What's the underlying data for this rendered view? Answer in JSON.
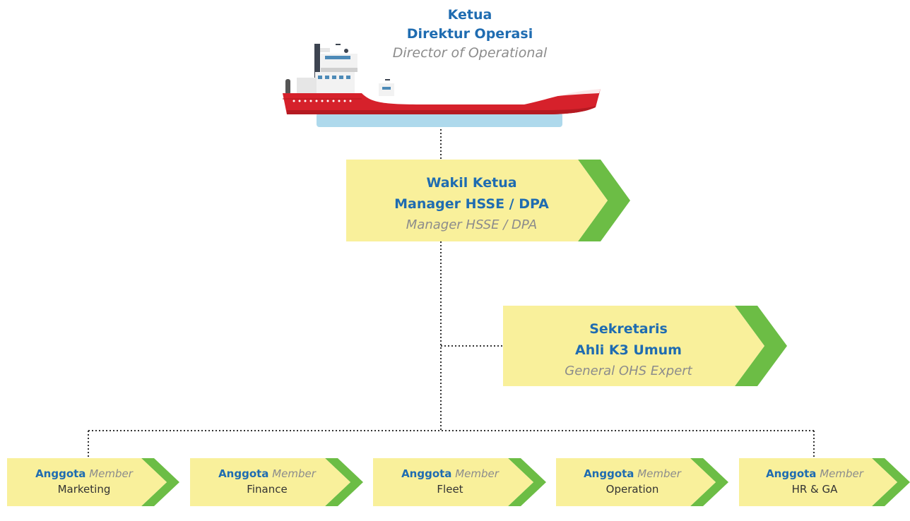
{
  "chairman": {
    "role": "Ketua",
    "title": "Direktur Operasi",
    "title_en": "Director of Operational"
  },
  "vice_chairman": {
    "role": "Wakil Ketua",
    "title": "Manager HSSE / DPA",
    "title_en": "Manager HSSE / DPA"
  },
  "secretary": {
    "role": "Sekretaris",
    "title": "Ahli K3 Umum",
    "title_en": "General OHS Expert"
  },
  "members": [
    {
      "role": "Anggota",
      "role_en": "Member",
      "dept": "Marketing"
    },
    {
      "role": "Anggota",
      "role_en": "Member",
      "dept": "Finance"
    },
    {
      "role": "Anggota",
      "role_en": "Member",
      "dept": "Fleet"
    },
    {
      "role": "Anggota",
      "role_en": "Member",
      "dept": "Operation"
    },
    {
      "role": "Anggota",
      "role_en": "Member",
      "dept": "HR & GA"
    }
  ],
  "colors": {
    "box_yellow": "#f9f09b",
    "arrow_green": "#6cbd45",
    "title_blue": "#1f6cb1",
    "subtitle_grey": "#8c8c8c",
    "ship_red": "#d6212b"
  }
}
